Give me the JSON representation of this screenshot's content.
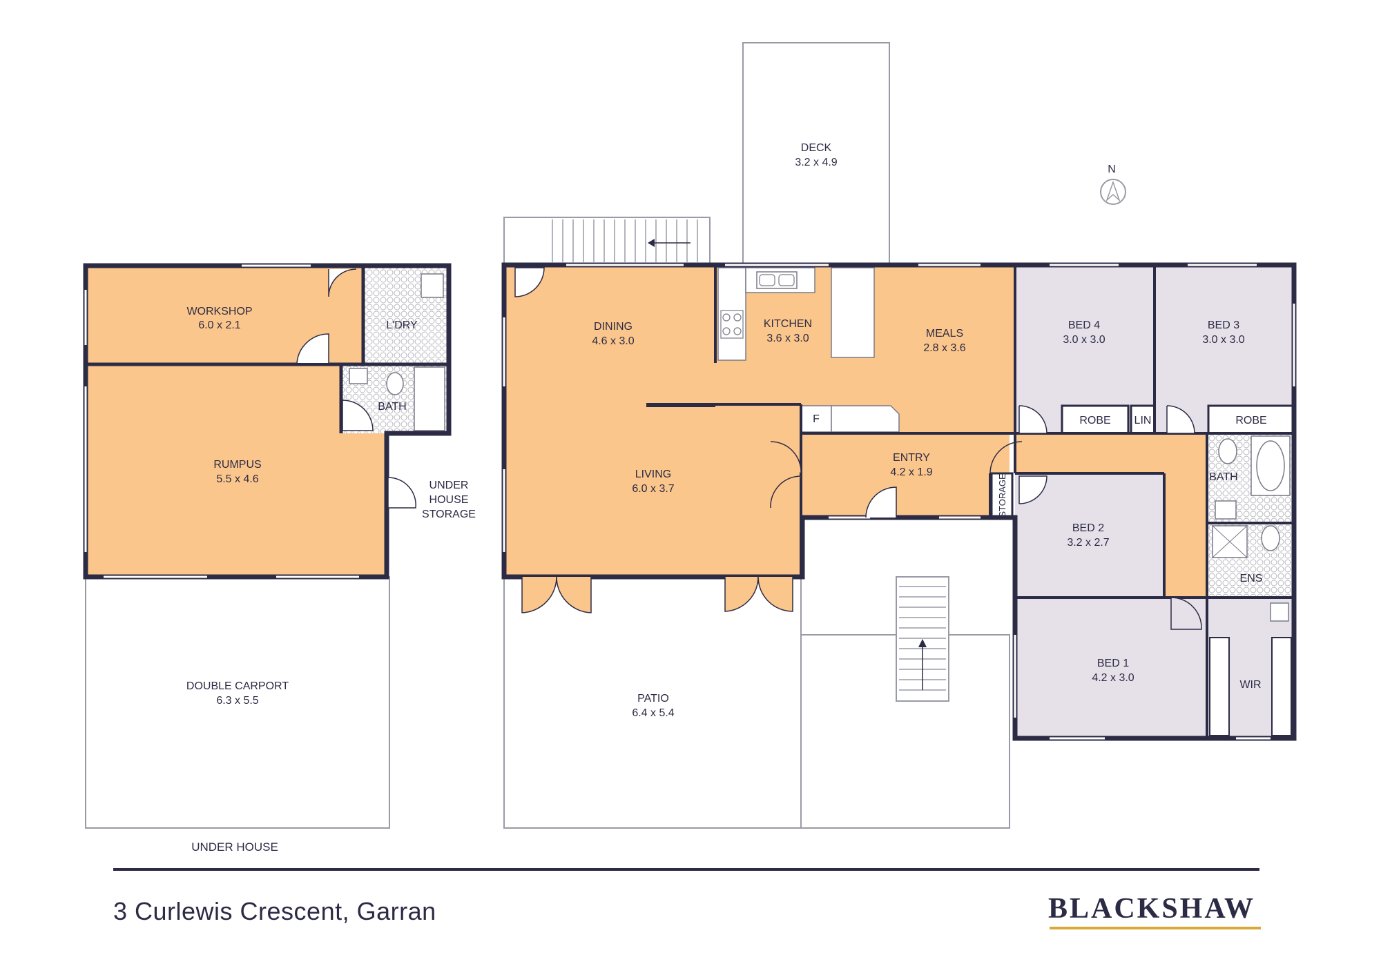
{
  "address": "3 Curlewis Crescent, Garran",
  "brand": "BLACKSHAW",
  "level_label": "UNDER HOUSE",
  "compass": "N",
  "colors": {
    "living": "#fbc68c",
    "bedroom": "#e6e0e9",
    "wall": "#2c2b45",
    "wet": "#ffffff",
    "accent": "#d8a93a"
  },
  "rooms": {
    "workshop": {
      "name": "WORKSHOP",
      "size": "6.0 x 2.1"
    },
    "ldry": {
      "name": "L'DRY"
    },
    "rumpus": {
      "name": "RUMPUS",
      "size": "5.5 x 4.6"
    },
    "bath_lower": {
      "name": "BATH"
    },
    "under_storage": {
      "line1": "UNDER",
      "line2": "HOUSE",
      "line3": "STORAGE"
    },
    "carport": {
      "name": "DOUBLE CARPORT",
      "size": "6.3 x 5.5"
    },
    "deck": {
      "name": "DECK",
      "size": "3.2 x 4.9"
    },
    "dining": {
      "name": "DINING",
      "size": "4.6 x 3.0"
    },
    "kitchen": {
      "name": "KITCHEN",
      "size": "3.6 x 3.0"
    },
    "meals": {
      "name": "MEALS",
      "size": "2.8 x 3.6"
    },
    "living": {
      "name": "LIVING",
      "size": "6.0 x 3.7"
    },
    "fridge": {
      "name": "F"
    },
    "entry": {
      "name": "ENTRY",
      "size": "4.2 x 1.9"
    },
    "storage": {
      "name": "STORAGE"
    },
    "patio": {
      "name": "PATIO",
      "size": "6.4 x 5.4"
    },
    "bed4": {
      "name": "BED 4",
      "size": "3.0 x 3.0"
    },
    "bed3": {
      "name": "BED 3",
      "size": "3.0 x 3.0"
    },
    "robe4": {
      "name": "ROBE"
    },
    "lin": {
      "name": "LIN"
    },
    "robe3": {
      "name": "ROBE"
    },
    "bath_upper": {
      "name": "BATH"
    },
    "bed2": {
      "name": "BED 2",
      "size": "3.2 x 2.7"
    },
    "ens": {
      "name": "ENS"
    },
    "bed1": {
      "name": "BED 1",
      "size": "4.2 x 3.0"
    },
    "wir": {
      "name": "WIR"
    }
  }
}
